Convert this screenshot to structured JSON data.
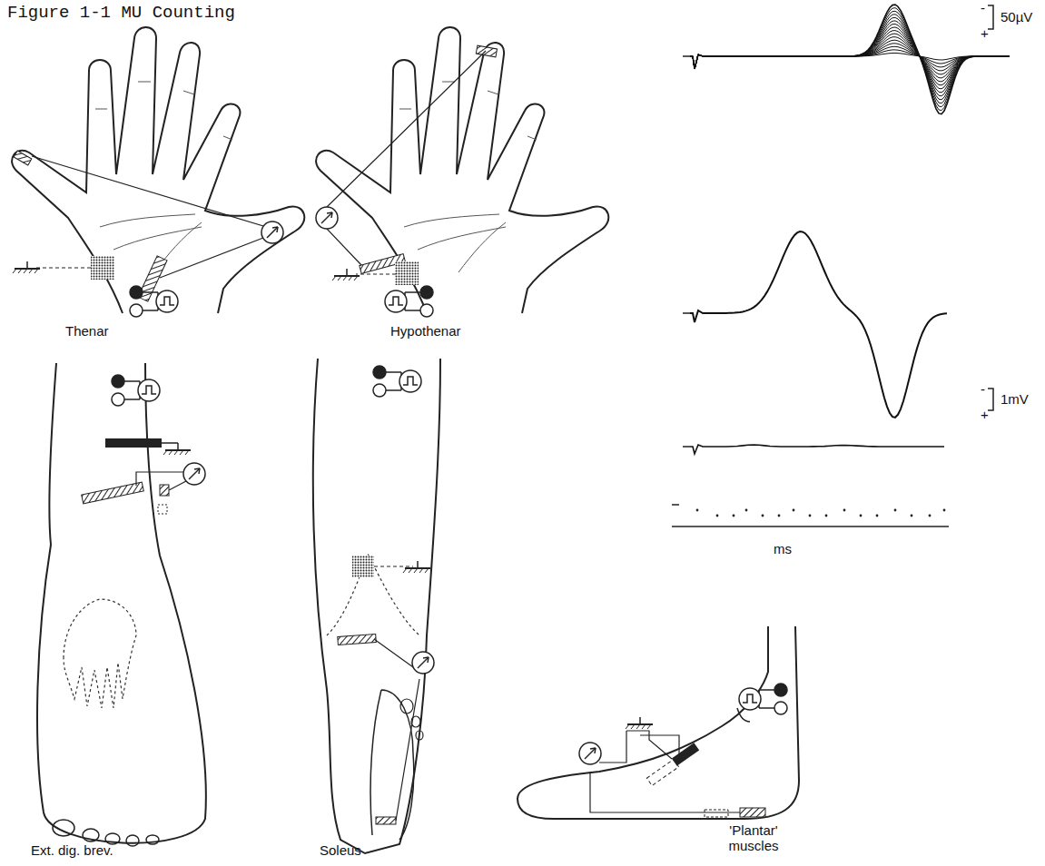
{
  "diagram": {
    "title": "Figure 1-1 MU Counting",
    "labels": [
      "Thenar",
      "Hypothenar",
      "Ext. dig. brev.",
      "Soleus",
      "'Plantar' muscles",
      "50µV",
      "-",
      "+",
      "1mV",
      "-",
      "+",
      "ms"
    ]
  }
}
